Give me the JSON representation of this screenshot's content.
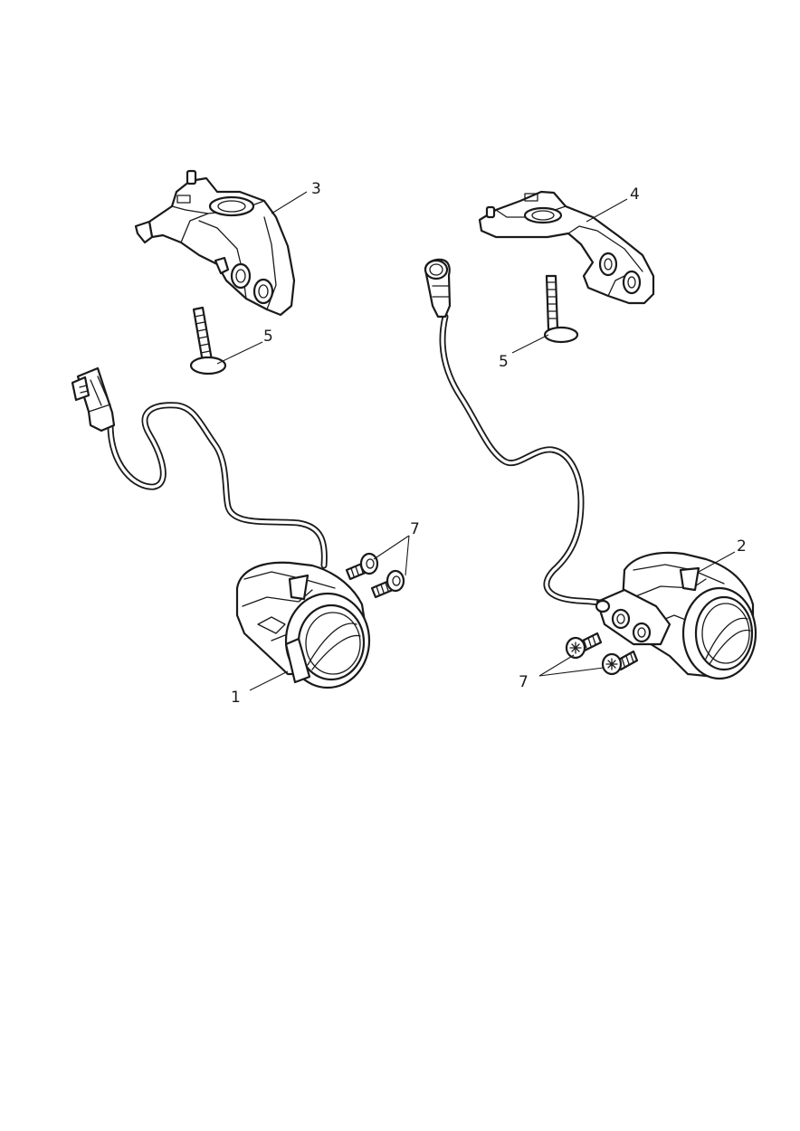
{
  "diagram": {
    "callouts": {
      "c1": "1",
      "c2": "2",
      "c3": "3",
      "c4": "4",
      "c5_left": "5",
      "c5_right": "5",
      "c7_left": "7",
      "c7_right": "7"
    }
  }
}
